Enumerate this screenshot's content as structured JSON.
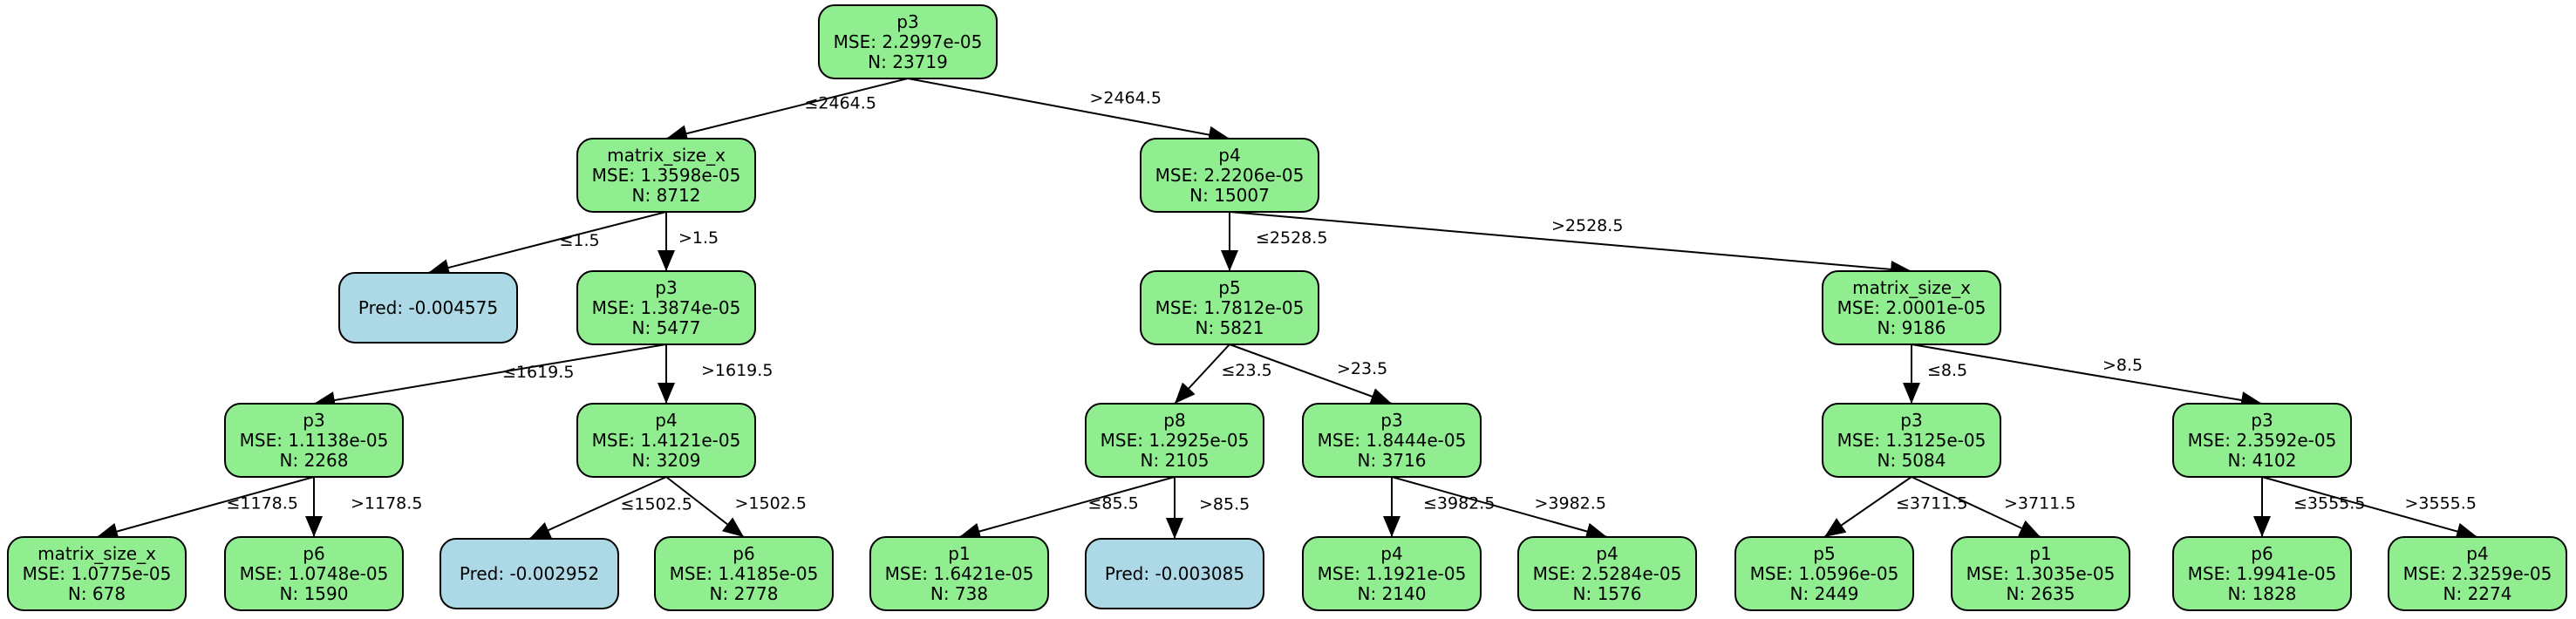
{
  "colors": {
    "split": "#90ee90",
    "leaf": "#add8e6",
    "stroke": "#000000",
    "edge": "#000000"
  },
  "nodes": [
    {
      "id": "n0",
      "kind": "split",
      "lines": [
        "p3",
        "MSE: 2.2997e-05",
        "N: 23719"
      ]
    },
    {
      "id": "n1",
      "kind": "split",
      "lines": [
        "matrix_size_x",
        "MSE: 1.3598e-05",
        "N: 8712"
      ]
    },
    {
      "id": "n2",
      "kind": "split",
      "lines": [
        "p4",
        "MSE: 2.2206e-05",
        "N: 15007"
      ]
    },
    {
      "id": "n3",
      "kind": "leaf",
      "lines": [
        "Pred: -0.004575"
      ]
    },
    {
      "id": "n4",
      "kind": "split",
      "lines": [
        "p3",
        "MSE: 1.3874e-05",
        "N: 5477"
      ]
    },
    {
      "id": "n5",
      "kind": "split",
      "lines": [
        "p5",
        "MSE: 1.7812e-05",
        "N: 5821"
      ]
    },
    {
      "id": "n6",
      "kind": "split",
      "lines": [
        "matrix_size_x",
        "MSE: 2.0001e-05",
        "N: 9186"
      ]
    },
    {
      "id": "n7",
      "kind": "split",
      "lines": [
        "p3",
        "MSE: 1.1138e-05",
        "N: 2268"
      ]
    },
    {
      "id": "n8",
      "kind": "split",
      "lines": [
        "p4",
        "MSE: 1.4121e-05",
        "N: 3209"
      ]
    },
    {
      "id": "n9",
      "kind": "split",
      "lines": [
        "p8",
        "MSE: 1.2925e-05",
        "N: 2105"
      ]
    },
    {
      "id": "n10",
      "kind": "split",
      "lines": [
        "p3",
        "MSE: 1.8444e-05",
        "N: 3716"
      ]
    },
    {
      "id": "n11",
      "kind": "split",
      "lines": [
        "p3",
        "MSE: 1.3125e-05",
        "N: 5084"
      ]
    },
    {
      "id": "n12",
      "kind": "split",
      "lines": [
        "p3",
        "MSE: 2.3592e-05",
        "N: 4102"
      ]
    },
    {
      "id": "n13",
      "kind": "split",
      "lines": [
        "matrix_size_x",
        "MSE: 1.0775e-05",
        "N: 678"
      ]
    },
    {
      "id": "n14",
      "kind": "split",
      "lines": [
        "p6",
        "MSE: 1.0748e-05",
        "N: 1590"
      ]
    },
    {
      "id": "n15",
      "kind": "leaf",
      "lines": [
        "Pred: -0.002952"
      ]
    },
    {
      "id": "n16",
      "kind": "split",
      "lines": [
        "p6",
        "MSE: 1.4185e-05",
        "N: 2778"
      ]
    },
    {
      "id": "n17",
      "kind": "split",
      "lines": [
        "p1",
        "MSE: 1.6421e-05",
        "N: 738"
      ]
    },
    {
      "id": "n18",
      "kind": "leaf",
      "lines": [
        "Pred: -0.003085"
      ]
    },
    {
      "id": "n19",
      "kind": "split",
      "lines": [
        "p4",
        "MSE: 1.1921e-05",
        "N: 2140"
      ]
    },
    {
      "id": "n20",
      "kind": "split",
      "lines": [
        "p4",
        "MSE: 2.5284e-05",
        "N: 1576"
      ]
    },
    {
      "id": "n21",
      "kind": "split",
      "lines": [
        "p5",
        "MSE: 1.0596e-05",
        "N: 2449"
      ]
    },
    {
      "id": "n22",
      "kind": "split",
      "lines": [
        "p1",
        "MSE: 1.3035e-05",
        "N: 2635"
      ]
    },
    {
      "id": "n23",
      "kind": "split",
      "lines": [
        "p6",
        "MSE: 1.9941e-05",
        "N: 1828"
      ]
    },
    {
      "id": "n24",
      "kind": "split",
      "lines": [
        "p4",
        "MSE: 2.3259e-05",
        "N: 2274"
      ]
    }
  ],
  "edges": [
    {
      "from": "n0",
      "to": "n1",
      "label": "≤2464.5"
    },
    {
      "from": "n0",
      "to": "n2",
      "label": ">2464.5"
    },
    {
      "from": "n1",
      "to": "n3",
      "label": "≤1.5"
    },
    {
      "from": "n1",
      "to": "n4",
      "label": ">1.5"
    },
    {
      "from": "n2",
      "to": "n5",
      "label": "≤2528.5"
    },
    {
      "from": "n2",
      "to": "n6",
      "label": ">2528.5"
    },
    {
      "from": "n4",
      "to": "n7",
      "label": "≤1619.5"
    },
    {
      "from": "n4",
      "to": "n8",
      "label": ">1619.5"
    },
    {
      "from": "n5",
      "to": "n9",
      "label": "≤23.5"
    },
    {
      "from": "n5",
      "to": "n10",
      "label": ">23.5"
    },
    {
      "from": "n6",
      "to": "n11",
      "label": "≤8.5"
    },
    {
      "from": "n6",
      "to": "n12",
      "label": ">8.5"
    },
    {
      "from": "n7",
      "to": "n13",
      "label": "≤1178.5"
    },
    {
      "from": "n7",
      "to": "n14",
      "label": ">1178.5"
    },
    {
      "from": "n8",
      "to": "n15",
      "label": "≤1502.5"
    },
    {
      "from": "n8",
      "to": "n16",
      "label": ">1502.5"
    },
    {
      "from": "n9",
      "to": "n17",
      "label": "≤85.5"
    },
    {
      "from": "n9",
      "to": "n18",
      "label": ">85.5"
    },
    {
      "from": "n10",
      "to": "n19",
      "label": "≤3982.5"
    },
    {
      "from": "n10",
      "to": "n20",
      "label": ">3982.5"
    },
    {
      "from": "n11",
      "to": "n21",
      "label": "≤3711.5"
    },
    {
      "from": "n11",
      "to": "n22",
      "label": ">3711.5"
    },
    {
      "from": "n12",
      "to": "n23",
      "label": "≤3555.5"
    },
    {
      "from": "n12",
      "to": "n24",
      "label": ">3555.5"
    }
  ]
}
